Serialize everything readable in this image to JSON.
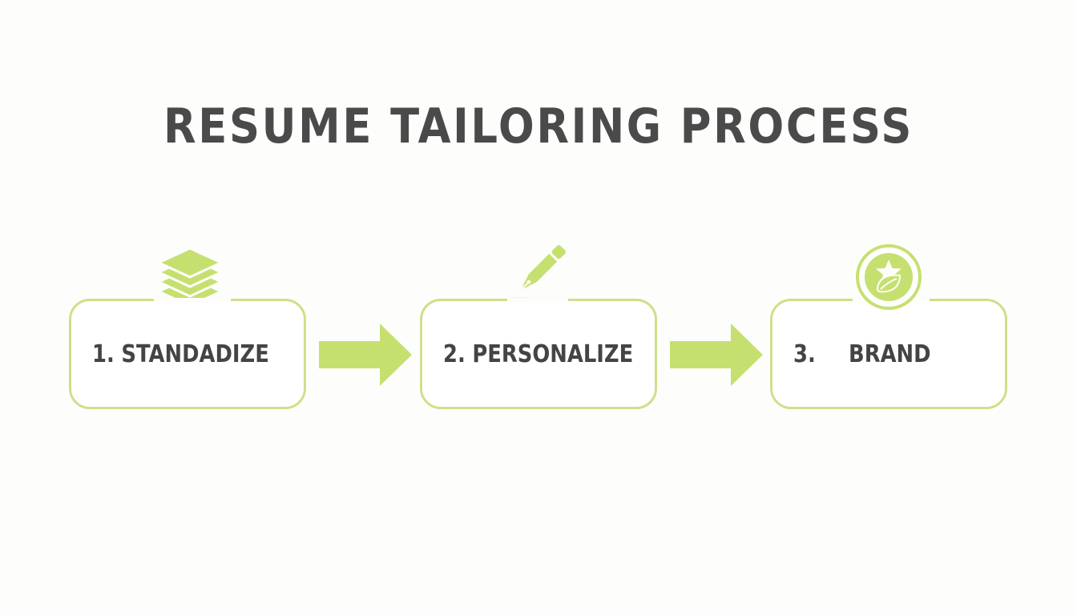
{
  "title": "RESUME TAILORING PROCESS",
  "colors": {
    "accent": "#c6e070",
    "border": "#cde08a",
    "text": "#444444",
    "title": "#4a4a4a",
    "background": "#fdfefc"
  },
  "steps": [
    {
      "number": "1.",
      "label": "STANDADIZE",
      "icon": "stacked-layers-icon"
    },
    {
      "number": "2.",
      "label": "PERSONALIZE",
      "icon": "pen-icon"
    },
    {
      "number": "3.",
      "label": "BRAND",
      "icon": "star-leaf-badge-icon"
    }
  ]
}
